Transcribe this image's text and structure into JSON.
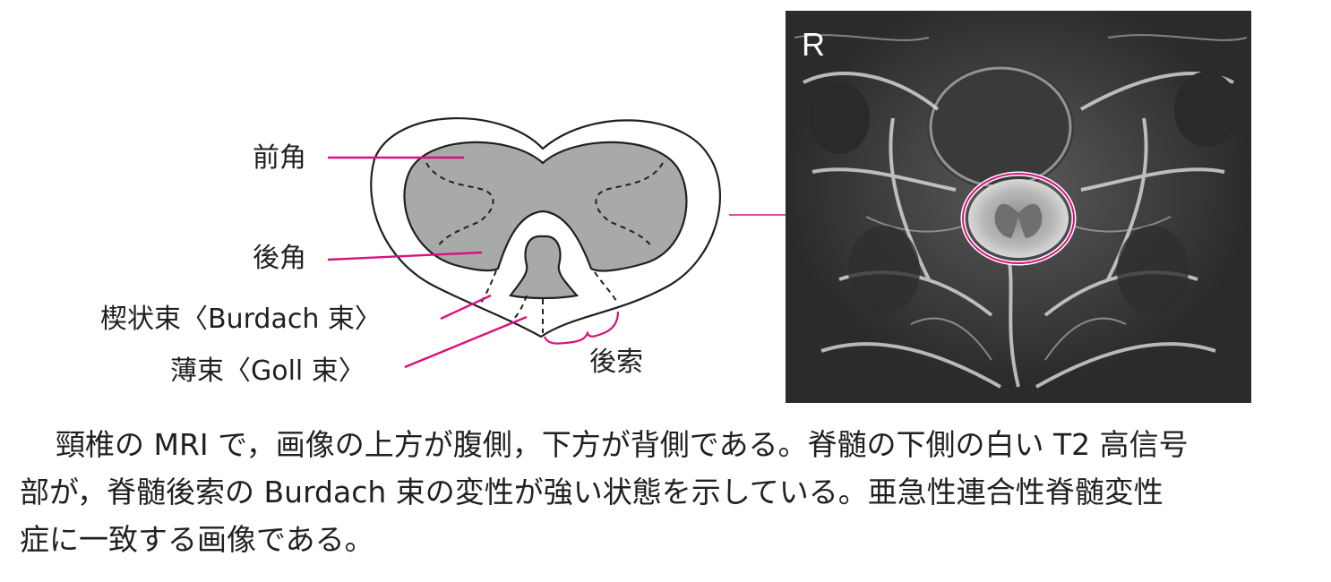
{
  "diagram": {
    "labels": {
      "anterior_horn": "前角",
      "posterior_horn": "後角",
      "burdach": "楔状束〈Burdach 束〉",
      "goll": "薄束〈Goll 束〉",
      "posterior_column": "後索"
    },
    "accent_color": "#d6127f",
    "gray_matter_color": "#a8a9a9"
  },
  "mri": {
    "orientation_marker": "R"
  },
  "caption": {
    "line1": "頸椎の MRI で，画像の上方が腹側，下方が背側である。脊髄の下側の白い T2 高信号",
    "line2": "部が，脊髄後索の Burdach 束の変性が強い状態を示している。亜急性連合性脊髄変性",
    "line3": "症に一致する画像である。"
  }
}
